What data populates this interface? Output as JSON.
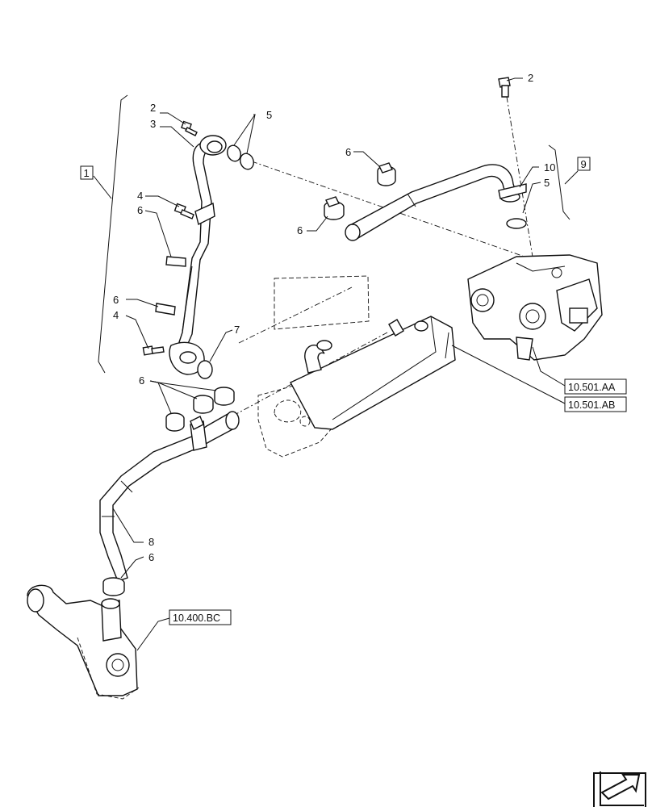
{
  "callouts": {
    "c1": "1",
    "c2a": "2",
    "c2b": "2",
    "c3": "3",
    "c4a": "4",
    "c4b": "4",
    "c5a": "5",
    "c5b": "5",
    "c6a": "6",
    "c6b": "6",
    "c6c": "6",
    "c6d": "6",
    "c6e": "6",
    "c6f": "6",
    "c7": "7",
    "c8": "8",
    "c9": "9",
    "c10": "10"
  },
  "references": {
    "r1": "10.501.AA",
    "r2": "10.501.AB",
    "r3": "10.400.BC"
  },
  "icons": {
    "nav": "next-page-arrow-icon"
  }
}
